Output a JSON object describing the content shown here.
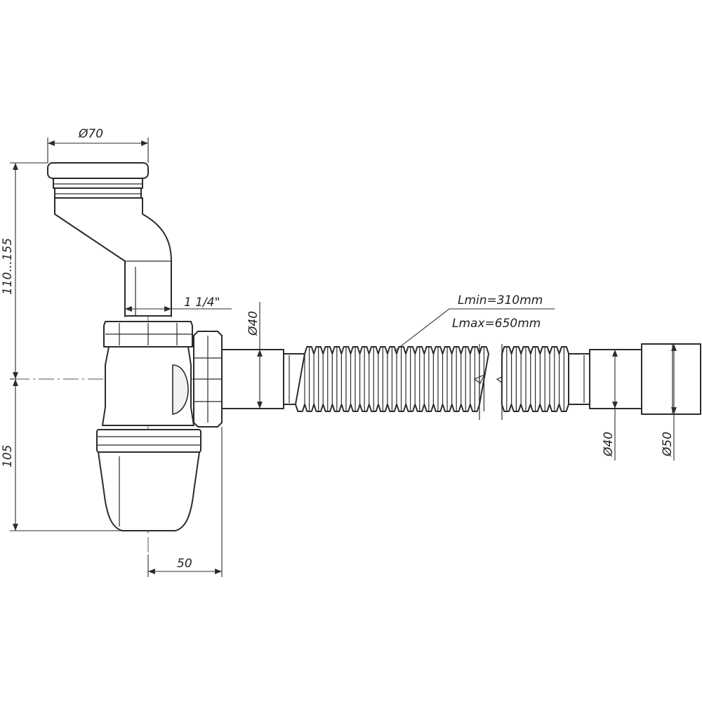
{
  "dimensions": {
    "top_diameter": "Ø70",
    "height_range": "110...155",
    "thread": "1 1/4\"",
    "outlet_diameter_left": "Ø40",
    "lower_height": "105",
    "offset": "50",
    "hose_length_min": "Lmin=310mm",
    "hose_length_max": "Lmax=650mm",
    "end_diameter_inner": "Ø40",
    "end_diameter_outer": "Ø50"
  }
}
